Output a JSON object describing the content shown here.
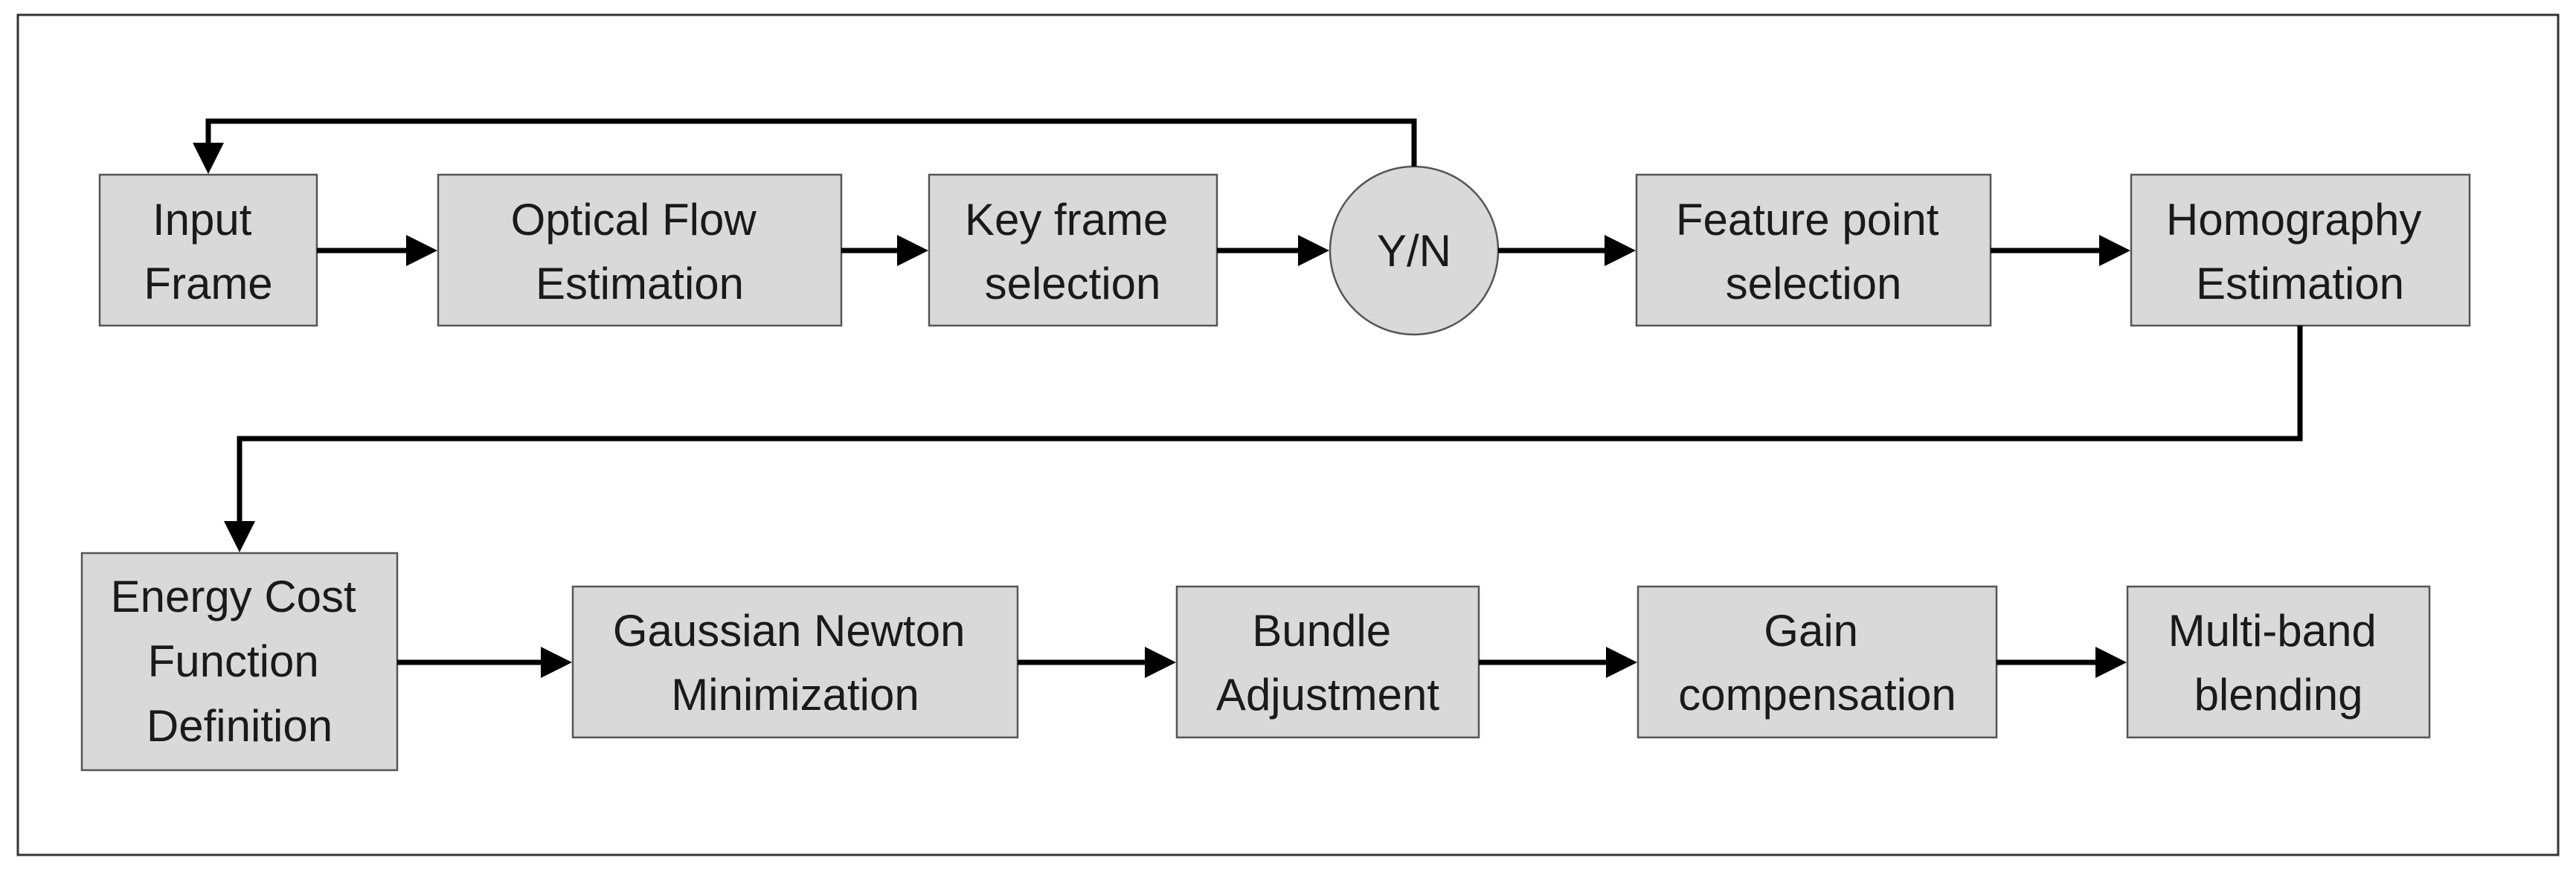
{
  "nodes": {
    "input_frame": {
      "lines": [
        "Input",
        "Frame"
      ]
    },
    "optical_flow": {
      "lines": [
        "Optical Flow",
        "Estimation"
      ]
    },
    "key_frame": {
      "lines": [
        "Key frame",
        "selection"
      ]
    },
    "decision": {
      "lines": [
        "Y/N"
      ]
    },
    "feature_point": {
      "lines": [
        "Feature point",
        "selection"
      ]
    },
    "homography": {
      "lines": [
        "Homography",
        "Estimation"
      ]
    },
    "energy_cost": {
      "lines": [
        "Energy Cost",
        "Function",
        "Definition"
      ]
    },
    "gaussian_newton": {
      "lines": [
        "Gaussian Newton",
        "Minimization"
      ]
    },
    "bundle_adjustment": {
      "lines": [
        "Bundle",
        "Adjustment"
      ]
    },
    "gain_compensation": {
      "lines": [
        "Gain",
        "compensation"
      ]
    },
    "multiband_blending": {
      "lines": [
        "Multi-band",
        "blending"
      ]
    }
  },
  "colors": {
    "box_fill": "#d9d9d9",
    "box_stroke": "#555555",
    "arrow": "#000000",
    "text": "#1a1a1a"
  }
}
